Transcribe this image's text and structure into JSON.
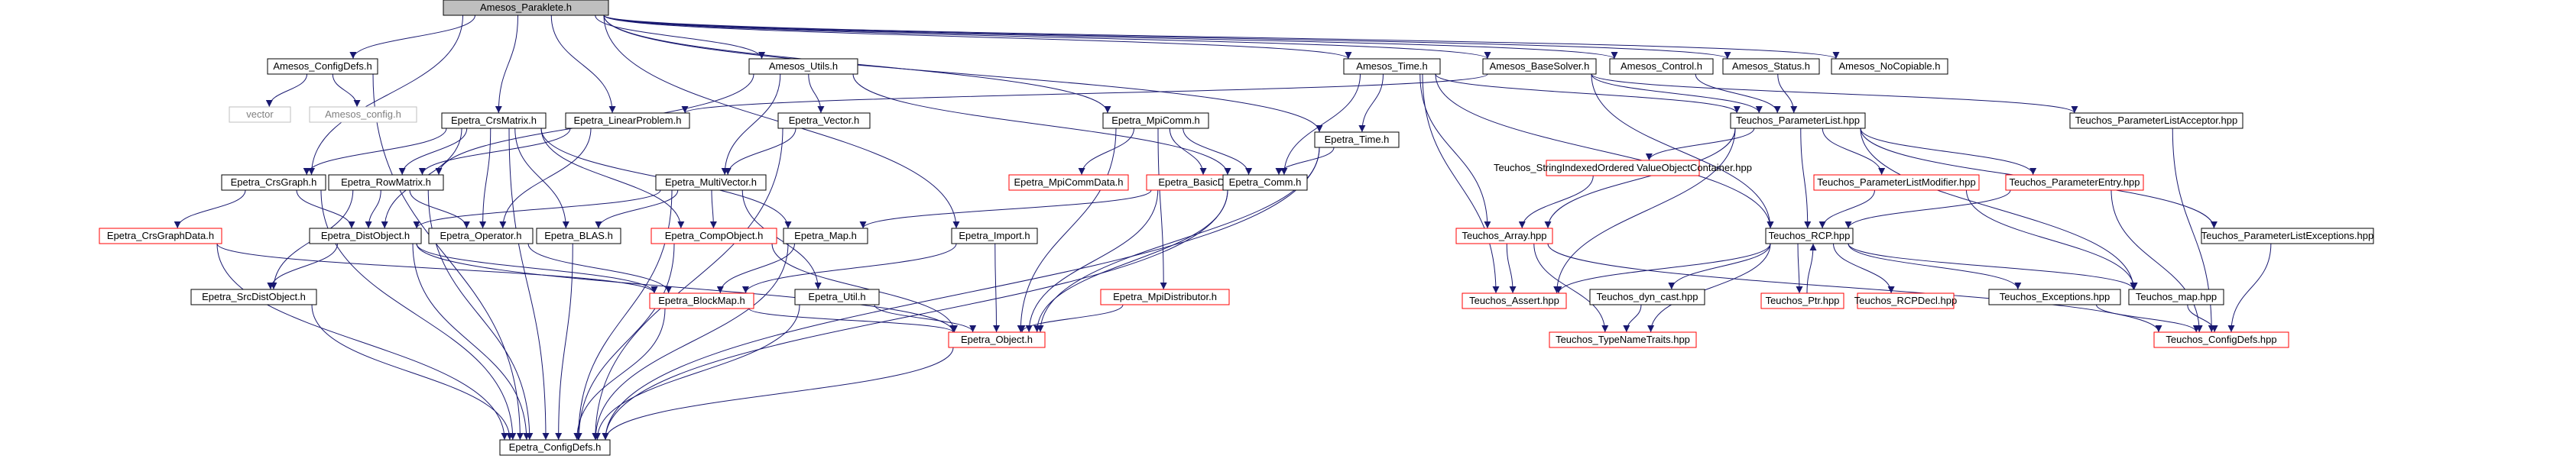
{
  "graph": {
    "nodes": [
      {
        "id": "root",
        "label": "Amesos_Paraklete.h",
        "style": "root"
      },
      {
        "id": "cfgdefs",
        "label": "Amesos_ConfigDefs.h",
        "style": "black"
      },
      {
        "id": "vector",
        "label": "vector",
        "style": "gray"
      },
      {
        "id": "amconfig",
        "label": "Amesos_config.h",
        "style": "gray"
      },
      {
        "id": "utils",
        "label": "Amesos_Utils.h",
        "style": "black"
      },
      {
        "id": "crsmatrix",
        "label": "Epetra_CrsMatrix.h",
        "style": "black"
      },
      {
        "id": "linprob",
        "label": "Epetra_LinearProblem.h",
        "style": "black"
      },
      {
        "id": "evector",
        "label": "Epetra_Vector.h",
        "style": "black"
      },
      {
        "id": "mpicomm",
        "label": "Epetra_MpiComm.h",
        "style": "black"
      },
      {
        "id": "amtime",
        "label": "Amesos_Time.h",
        "style": "black"
      },
      {
        "id": "basesolver",
        "label": "Amesos_BaseSolver.h",
        "style": "black"
      },
      {
        "id": "control",
        "label": "Amesos_Control.h",
        "style": "black"
      },
      {
        "id": "status",
        "label": "Amesos_Status.h",
        "style": "black"
      },
      {
        "id": "nocopy",
        "label": "Amesos_NoCopiable.h",
        "style": "black"
      },
      {
        "id": "crsgraph",
        "label": "Epetra_CrsGraph.h",
        "style": "black"
      },
      {
        "id": "rowmatrix",
        "label": "Epetra_RowMatrix.h",
        "style": "black"
      },
      {
        "id": "multivec",
        "label": "Epetra_MultiVector.h",
        "style": "black"
      },
      {
        "id": "mpicommdata",
        "label": "Epetra_MpiCommData.h",
        "style": "red"
      },
      {
        "id": "basicdir",
        "label": "Epetra_BasicDirectory.h",
        "style": "red"
      },
      {
        "id": "comm",
        "label": "Epetra_Comm.h",
        "style": "black"
      },
      {
        "id": "etime",
        "label": "Epetra_Time.h",
        "style": "black"
      },
      {
        "id": "plist",
        "label": "Teuchos_ParameterList.hpp",
        "style": "black"
      },
      {
        "id": "plistacc",
        "label": "Teuchos_ParameterListAcceptor.hpp",
        "style": "black"
      },
      {
        "id": "crsgraphdata",
        "label": "Epetra_CrsGraphData.h",
        "style": "red"
      },
      {
        "id": "distobj",
        "label": "Epetra_DistObject.h",
        "style": "black"
      },
      {
        "id": "operator",
        "label": "Epetra_Operator.h",
        "style": "black"
      },
      {
        "id": "blas",
        "label": "Epetra_BLAS.h",
        "style": "black"
      },
      {
        "id": "compobj",
        "label": "Epetra_CompObject.h",
        "style": "red"
      },
      {
        "id": "emap",
        "label": "Epetra_Map.h",
        "style": "black"
      },
      {
        "id": "import",
        "label": "Epetra_Import.h",
        "style": "black"
      },
      {
        "id": "sivoc",
        "label": "Teuchos_StringIndexedOrdered ValueObjectContainer.hpp",
        "style": "red"
      },
      {
        "id": "plistmod",
        "label": "Teuchos_ParameterListModifier.hpp",
        "style": "red"
      },
      {
        "id": "pentry",
        "label": "Teuchos_ParameterEntry.hpp",
        "style": "red"
      },
      {
        "id": "plistexc",
        "label": "Teuchos_ParameterListExceptions.hpp",
        "style": "black"
      },
      {
        "id": "tarray",
        "label": "Teuchos_Array.hpp",
        "style": "red"
      },
      {
        "id": "rcp",
        "label": "Teuchos_RCP.hpp",
        "style": "black"
      },
      {
        "id": "srcdist",
        "label": "Epetra_SrcDistObject.h",
        "style": "black"
      },
      {
        "id": "blockmap",
        "label": "Epetra_BlockMap.h",
        "style": "red"
      },
      {
        "id": "eutil",
        "label": "Epetra_Util.h",
        "style": "black"
      },
      {
        "id": "mpidist",
        "label": "Epetra_MpiDistributor.h",
        "style": "red"
      },
      {
        "id": "tassert",
        "label": "Teuchos_Assert.hpp",
        "style": "red"
      },
      {
        "id": "dyncast",
        "label": "Teuchos_dyn_cast.hpp",
        "style": "black"
      },
      {
        "id": "tptr",
        "label": "Teuchos_Ptr.hpp",
        "style": "red"
      },
      {
        "id": "rcpdecl",
        "label": "Teuchos_RCPDecl.hpp",
        "style": "red"
      },
      {
        "id": "texc",
        "label": "Teuchos_Exceptions.hpp",
        "style": "black"
      },
      {
        "id": "tmap",
        "label": "Teuchos_map.hpp",
        "style": "black"
      },
      {
        "id": "eobject",
        "label": "Epetra_Object.h",
        "style": "red"
      },
      {
        "id": "tntraits",
        "label": "Teuchos_TypeNameTraits.hpp",
        "style": "red"
      },
      {
        "id": "tcfgdefs",
        "label": "Teuchos_ConfigDefs.hpp",
        "style": "red"
      },
      {
        "id": "ecfgdefs",
        "label": "Epetra_ConfigDefs.h",
        "style": "black"
      }
    ],
    "edges": [
      [
        "root",
        "cfgdefs"
      ],
      [
        "root",
        "utils"
      ],
      [
        "root",
        "crsmatrix"
      ],
      [
        "root",
        "linprob"
      ],
      [
        "root",
        "crsgraph"
      ],
      [
        "root",
        "mpicomm"
      ],
      [
        "root",
        "amtime"
      ],
      [
        "root",
        "basesolver"
      ],
      [
        "root",
        "control"
      ],
      [
        "root",
        "status"
      ],
      [
        "root",
        "nocopy"
      ],
      [
        "root",
        "import"
      ],
      [
        "root",
        "etime"
      ],
      [
        "cfgdefs",
        "vector"
      ],
      [
        "cfgdefs",
        "amconfig"
      ],
      [
        "cfgdefs",
        "ecfgdefs"
      ],
      [
        "utils",
        "rowmatrix"
      ],
      [
        "utils",
        "evector"
      ],
      [
        "utils",
        "multivec"
      ],
      [
        "utils",
        "comm"
      ],
      [
        "crsmatrix",
        "crsgraph"
      ],
      [
        "crsmatrix",
        "rowmatrix"
      ],
      [
        "crsmatrix",
        "operator"
      ],
      [
        "crsmatrix",
        "distobj"
      ],
      [
        "crsmatrix",
        "compobj"
      ],
      [
        "crsmatrix",
        "blas"
      ],
      [
        "crsmatrix",
        "emap"
      ],
      [
        "crsmatrix",
        "ecfgdefs"
      ],
      [
        "linprob",
        "rowmatrix"
      ],
      [
        "linprob",
        "operator"
      ],
      [
        "evector",
        "multivec"
      ],
      [
        "evector",
        "ecfgdefs"
      ],
      [
        "mpicomm",
        "mpicommdata"
      ],
      [
        "mpicomm",
        "basicdir"
      ],
      [
        "mpicomm",
        "comm"
      ],
      [
        "mpicomm",
        "mpidist"
      ],
      [
        "mpicomm",
        "eobject"
      ],
      [
        "amtime",
        "plist"
      ],
      [
        "amtime",
        "etime"
      ],
      [
        "amtime",
        "tarray"
      ],
      [
        "amtime",
        "rcp"
      ],
      [
        "amtime",
        "tassert"
      ],
      [
        "amtime",
        "comm"
      ],
      [
        "basesolver",
        "linprob"
      ],
      [
        "basesolver",
        "plist"
      ],
      [
        "basesolver",
        "plistacc"
      ],
      [
        "basesolver",
        "rcp"
      ],
      [
        "control",
        "plist"
      ],
      [
        "status",
        "plist"
      ],
      [
        "crsgraph",
        "distobj"
      ],
      [
        "crsgraph",
        "crsgraphdata"
      ],
      [
        "crsgraph",
        "ecfgdefs"
      ],
      [
        "rowmatrix",
        "operator"
      ],
      [
        "rowmatrix",
        "srcdist"
      ],
      [
        "rowmatrix",
        "distobj"
      ],
      [
        "rowmatrix",
        "ecfgdefs"
      ],
      [
        "multivec",
        "distobj"
      ],
      [
        "multivec",
        "blas"
      ],
      [
        "multivec",
        "compobj"
      ],
      [
        "multivec",
        "eutil"
      ],
      [
        "multivec",
        "ecfgdefs"
      ],
      [
        "basicdir",
        "emap"
      ],
      [
        "basicdir",
        "eobject"
      ],
      [
        "comm",
        "eobject"
      ],
      [
        "comm",
        "ecfgdefs"
      ],
      [
        "etime",
        "comm"
      ],
      [
        "etime",
        "eobject"
      ],
      [
        "etime",
        "ecfgdefs"
      ],
      [
        "plist",
        "sivoc"
      ],
      [
        "plist",
        "plistmod"
      ],
      [
        "plist",
        "pentry"
      ],
      [
        "plist",
        "plistexc"
      ],
      [
        "plist",
        "rcp"
      ],
      [
        "plist",
        "tarray"
      ],
      [
        "plist",
        "tassert"
      ],
      [
        "plist",
        "tmap"
      ],
      [
        "plistacc",
        "tcfgdefs"
      ],
      [
        "crsgraphdata",
        "blockmap"
      ],
      [
        "crsgraphdata",
        "ecfgdefs"
      ],
      [
        "distobj",
        "srcdist"
      ],
      [
        "distobj",
        "blockmap"
      ],
      [
        "distobj",
        "eobject"
      ],
      [
        "distobj",
        "ecfgdefs"
      ],
      [
        "operator",
        "blockmap"
      ],
      [
        "blas",
        "ecfgdefs"
      ],
      [
        "compobj",
        "eobject"
      ],
      [
        "compobj",
        "ecfgdefs"
      ],
      [
        "emap",
        "blockmap"
      ],
      [
        "emap",
        "ecfgdefs"
      ],
      [
        "import",
        "blockmap"
      ],
      [
        "import",
        "eobject"
      ],
      [
        "sivoc",
        "tarray"
      ],
      [
        "plistmod",
        "rcp"
      ],
      [
        "plistmod",
        "tmap"
      ],
      [
        "pentry",
        "rcp"
      ],
      [
        "pentry",
        "tcfgdefs"
      ],
      [
        "plistexc",
        "tcfgdefs"
      ],
      [
        "tarray",
        "tassert"
      ],
      [
        "tarray",
        "tntraits"
      ],
      [
        "tarray",
        "tcfgdefs"
      ],
      [
        "rcp",
        "tassert"
      ],
      [
        "rcp",
        "dyncast"
      ],
      [
        "rcp",
        "tptr"
      ],
      [
        "rcp",
        "rcpdecl"
      ],
      [
        "rcp",
        "texc"
      ],
      [
        "rcp",
        "tmap"
      ],
      [
        "rcp",
        "tntraits"
      ],
      [
        "tptr",
        "rcp"
      ],
      [
        "srcdist",
        "ecfgdefs"
      ],
      [
        "blockmap",
        "eobject"
      ],
      [
        "blockmap",
        "ecfgdefs"
      ],
      [
        "eutil",
        "eobject"
      ],
      [
        "eutil",
        "ecfgdefs"
      ],
      [
        "mpidist",
        "eobject"
      ],
      [
        "dyncast",
        "tntraits"
      ],
      [
        "texc",
        "tcfgdefs"
      ],
      [
        "tmap",
        "tcfgdefs"
      ],
      [
        "eobject",
        "ecfgdefs"
      ]
    ]
  },
  "colors": {
    "node_border_black": "#000000",
    "node_border_red": "#ff0000",
    "node_border_gray": "#bfbfbf",
    "root_fill": "#bfbfbf",
    "edge": "#191970",
    "text": "#000000",
    "gray_text": "#7f7f7f"
  }
}
